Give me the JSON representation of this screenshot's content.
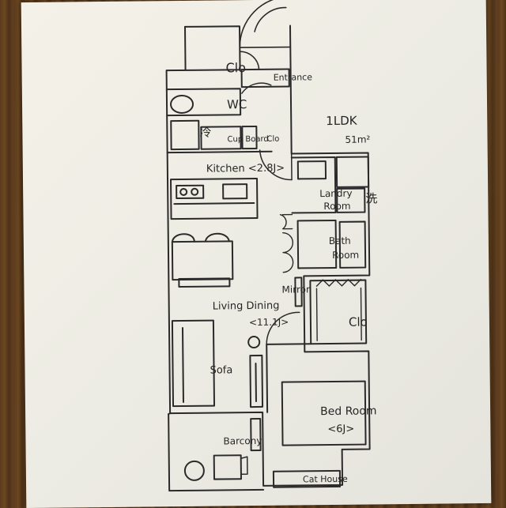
{
  "plan": {
    "header": {
      "layout": "1LDK",
      "area": "51m²"
    },
    "rooms": {
      "closet_top": "Clo",
      "entrance": "Entrance",
      "wc": "WC",
      "fridge": "冷",
      "cupboard": "Cup Board",
      "closet_small": "Clo",
      "kitchen": "Kitchen <2.8J>",
      "laundry": [
        "Landry",
        "Room"
      ],
      "washer": "洗",
      "bath": [
        "Bath",
        "Room"
      ],
      "mirror": "Mirror",
      "living": [
        "Living Dining",
        "<11.1J>"
      ],
      "closet_bed": "Clo",
      "sofa": "Sofa",
      "bedroom": [
        "Bed Room",
        "<6J>"
      ],
      "balcony": "Barcony",
      "cat_house": "Cat House"
    }
  }
}
